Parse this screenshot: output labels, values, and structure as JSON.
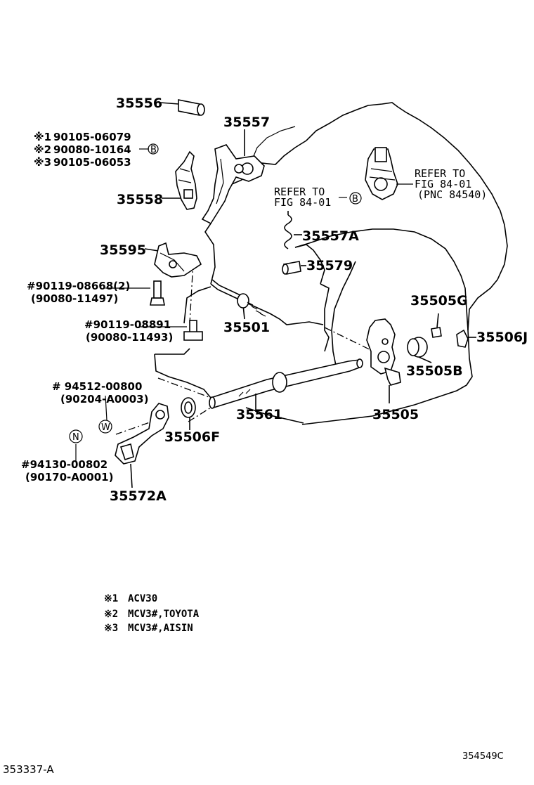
{
  "diagram": {
    "parts": {
      "p35556": "35556",
      "p35557": "35557",
      "p35558": "35558",
      "p35595": "35595",
      "p35557A": "35557A",
      "p35579": "35579",
      "p35501": "35501",
      "p35505G": "35505G",
      "p35506J": "35506J",
      "p35505B": "35505B",
      "p35505": "35505",
      "p35561": "35561",
      "p35506F": "35506F",
      "p35572A": "35572A"
    },
    "variants": [
      {
        "mark": "※1",
        "number": "90105-06079"
      },
      {
        "mark": "※2",
        "number": "90080-10164"
      },
      {
        "mark": "※3",
        "number": "90105-06053"
      }
    ],
    "bolts": {
      "b1_main": "#90119-08668(2)",
      "b1_alt": "(90080-11497)",
      "b2_main": "#90119-08891",
      "b2_alt": "(90080-11493)",
      "b3_main": "# 94512-00800",
      "b3_alt": "(90204-A0003)",
      "b4_main": "#94130-00802",
      "b4_alt": "(90170-A0001)"
    },
    "refer_left": {
      "line1": "REFER TO",
      "line2": "FIG 84-01"
    },
    "refer_right": {
      "line1": "REFER TO",
      "line2": "FIG 84-01",
      "line3": "(PNC 84540)"
    },
    "circle_marks": {
      "b": "B",
      "w": "W",
      "n": "N"
    },
    "footnotes": [
      {
        "mark": "※1",
        "text": "ACV30"
      },
      {
        "mark": "※2",
        "text": "MCV3#,TOYOTA"
      },
      {
        "mark": "※3",
        "text": "MCV3#,AISIN"
      }
    ],
    "codes": {
      "bottom_left": "353337-A",
      "bottom_right": "354549C"
    }
  }
}
